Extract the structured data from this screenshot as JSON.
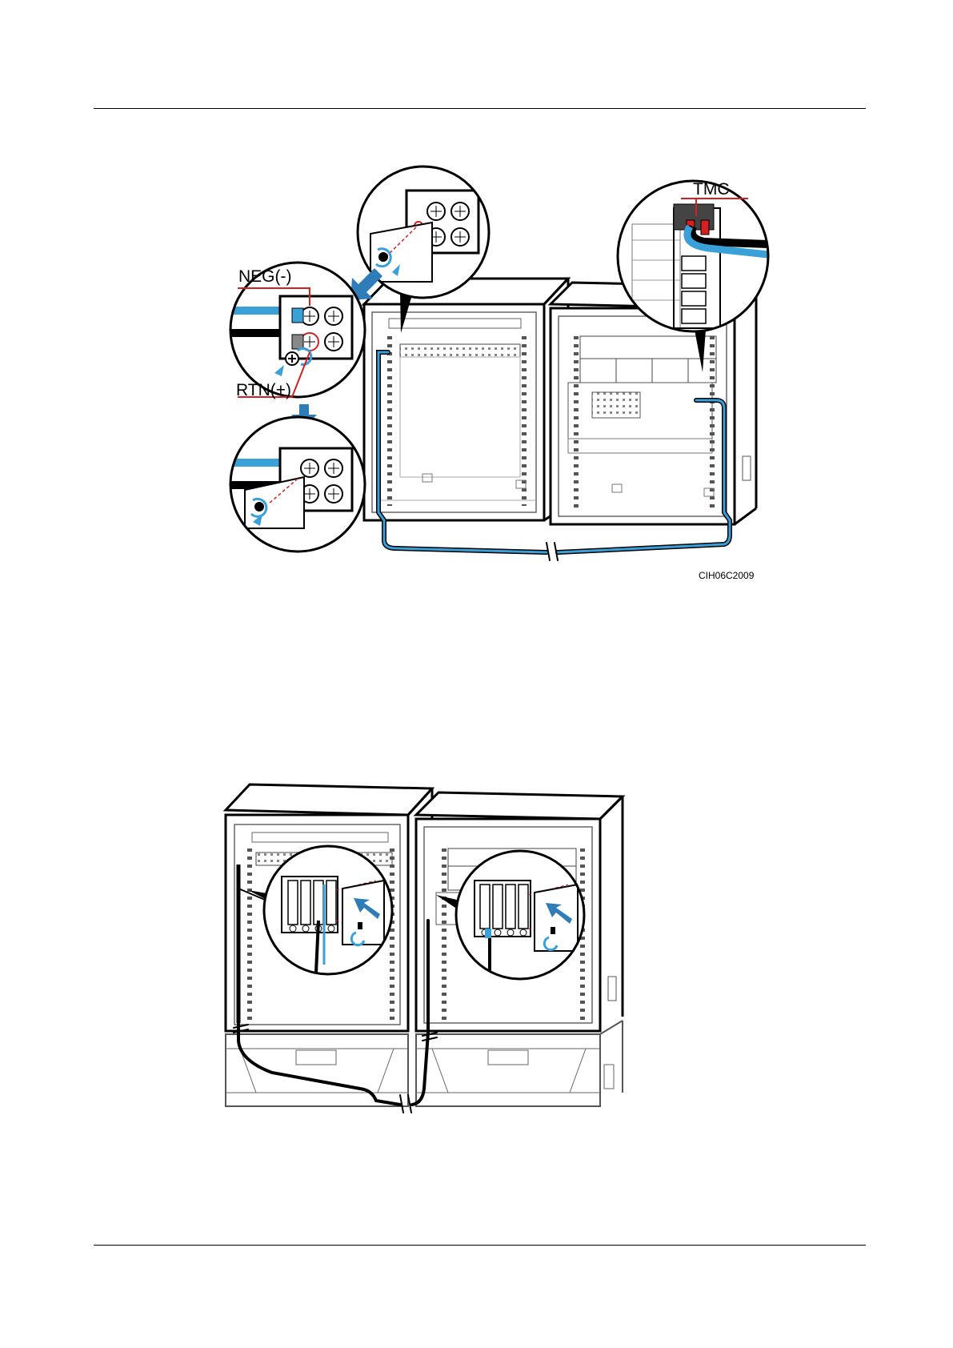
{
  "figure1": {
    "labels": {
      "neg": "NEG(-)",
      "rtn": "RTN(+)",
      "tmc": "TMC",
      "figure_code": "CIH06C2009"
    }
  },
  "colors": {
    "cable_blue": "#3aa0d8",
    "callout_red": "#d42020",
    "line": "#000000",
    "frame_gray": "#777777"
  },
  "icons": [
    "down-arrow-icon",
    "diagonal-arrow-icon",
    "screw-icon",
    "rotate-arrow-icon",
    "cable-break-icon"
  ]
}
